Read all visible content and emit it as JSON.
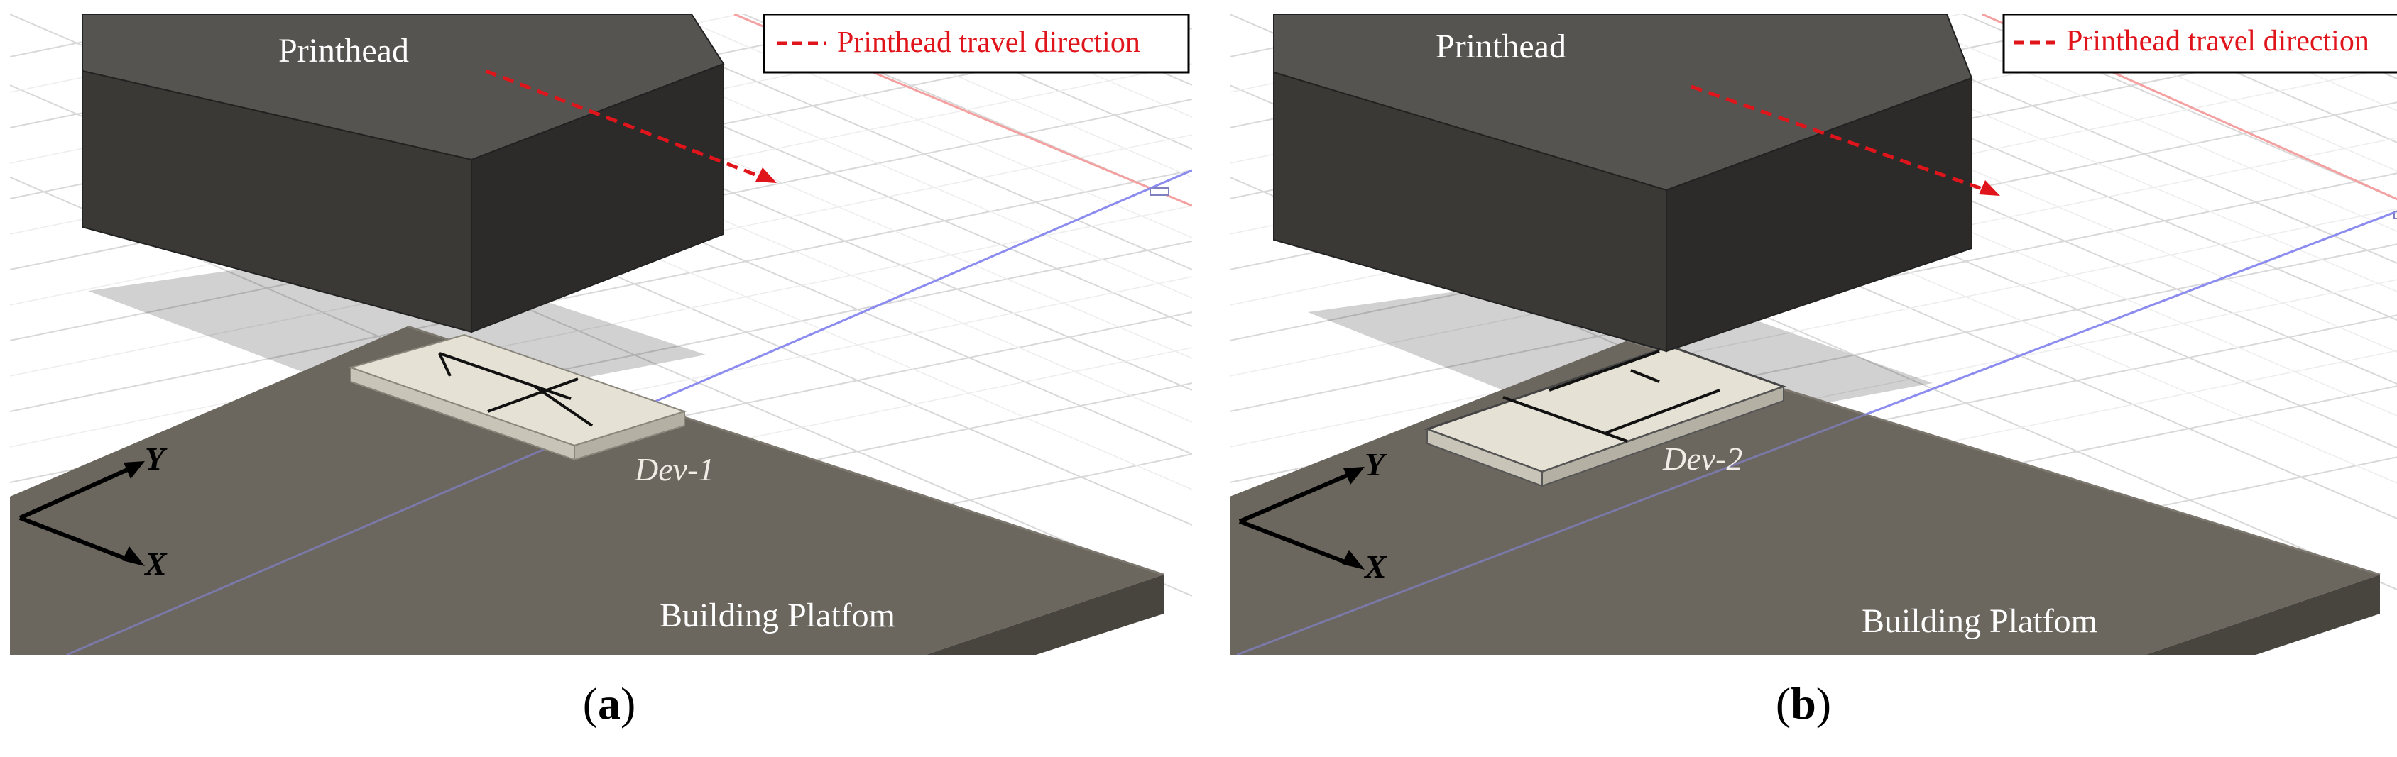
{
  "panels": [
    {
      "id": "a",
      "printhead_label": "Printhead",
      "legend_text": "Printhead travel direction",
      "device_label": "Dev-1",
      "platform_label": "Building Platfom",
      "axis_y": "Y",
      "axis_x": "X",
      "caption_letter": "a"
    },
    {
      "id": "b",
      "printhead_label": "Printhead",
      "legend_text": "Printhead travel direction",
      "device_label": "Dev-2",
      "platform_label": "Building Platfom",
      "axis_y": "Y",
      "axis_x": "X",
      "caption_letter": "b"
    }
  ],
  "colors": {
    "printhead_top": "#555450",
    "printhead_front": "#3a3936",
    "printhead_side": "#2c2b29",
    "platform_top": "#6b665e",
    "platform_side": "#48443e",
    "device_top": "#e6e1d5",
    "device_side": "#c9c4b8",
    "grid": "#d6d6d6",
    "arrow": "#e0141b",
    "label_text": "#ffffff",
    "device_text": "#f0ede6"
  }
}
